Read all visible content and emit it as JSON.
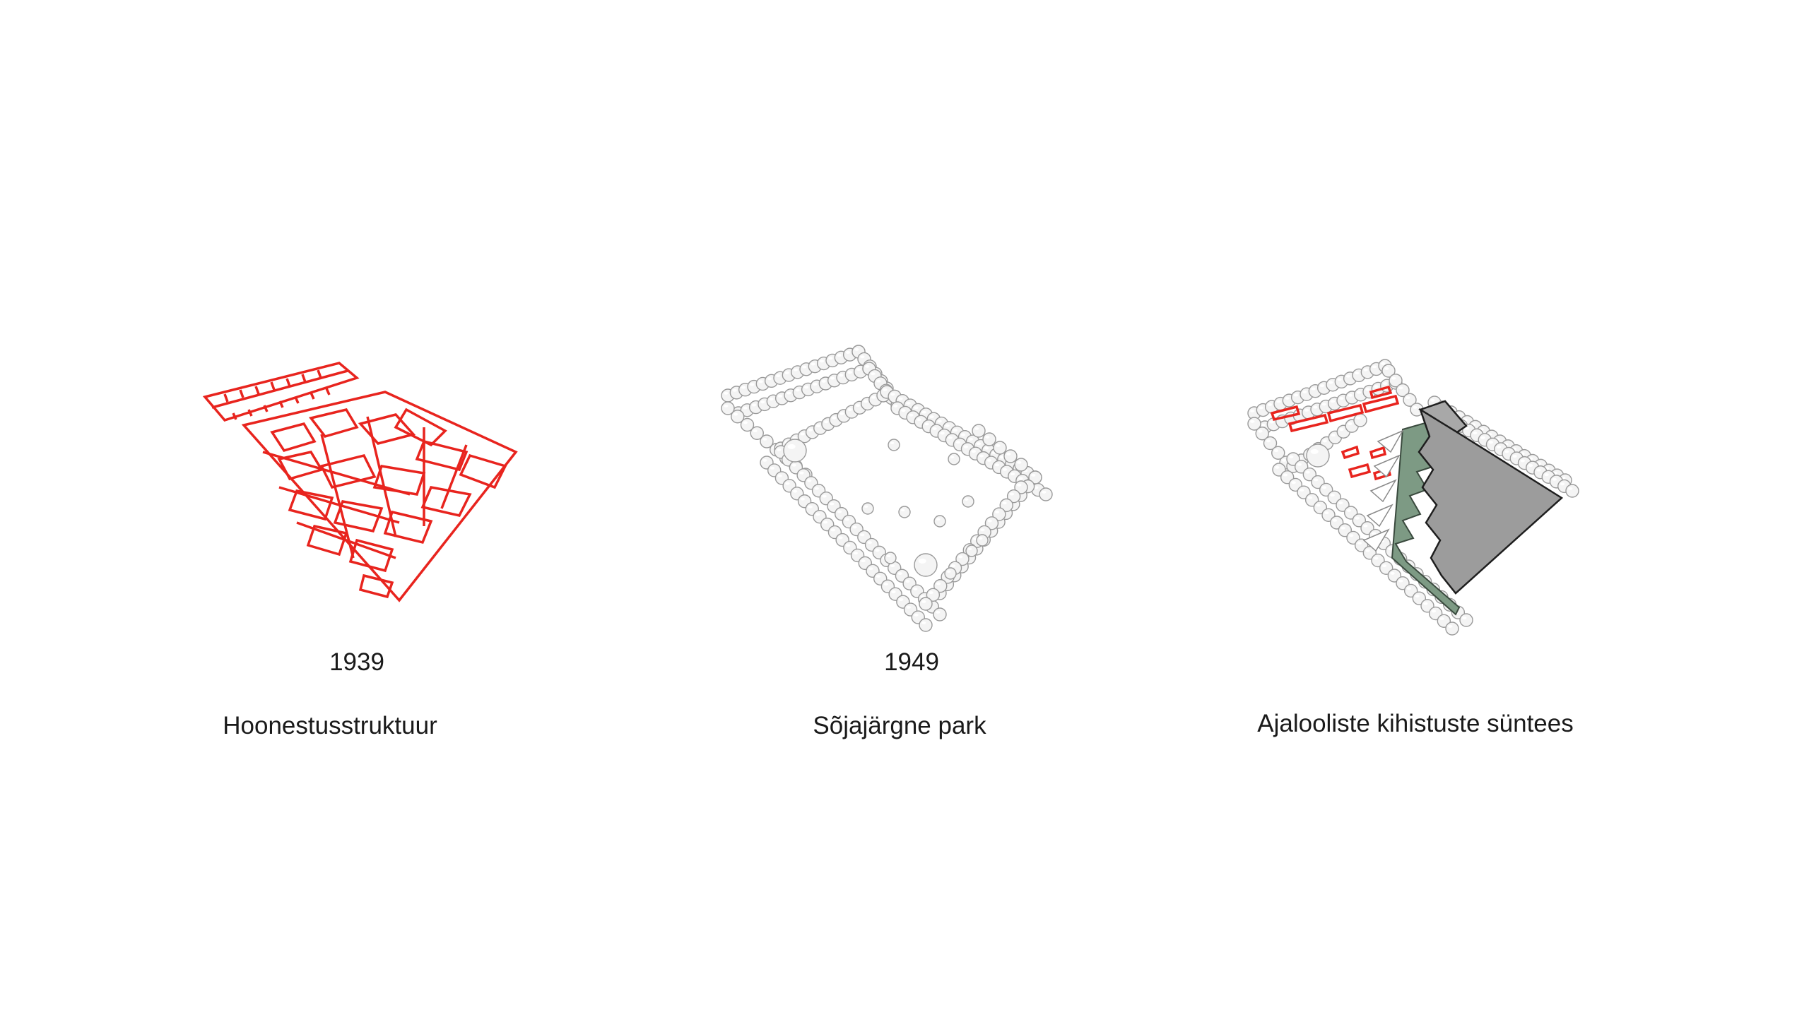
{
  "panels": [
    {
      "year": "1939",
      "title": "Hoonestusstruktuur",
      "style": "red-building-outlines"
    },
    {
      "year": "1949",
      "title": "Sõjajärgne park",
      "style": "tree-canopy-rows"
    },
    {
      "year": "",
      "title": "Ajalooliste kihistuste süntees",
      "style": "synthesis-trees-green-grey-block"
    }
  ],
  "colors": {
    "background": "#ffffff",
    "building_outline": "#e8241e",
    "tree_fill": "#f4f4f4",
    "tree_stroke": "#9a9a9a",
    "green_layer": "#7d9a84",
    "grey_block": "#9c9c9c",
    "block_outline": "#1e1e1e",
    "caption_text": "#1a1a1a"
  }
}
